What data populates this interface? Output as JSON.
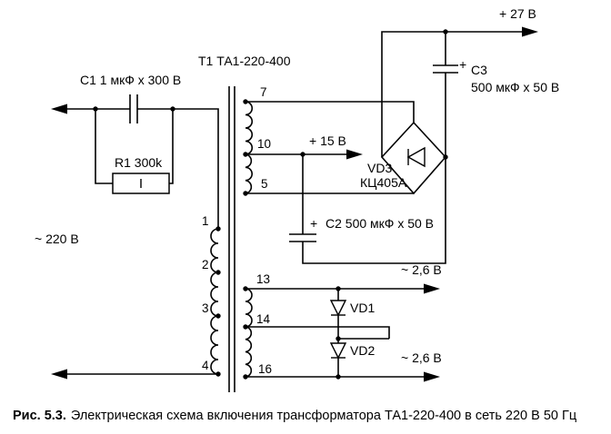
{
  "schematic": {
    "transformer": {
      "label": "Т1 ТА1-220-400"
    },
    "input": {
      "label": "~ 220 В"
    },
    "outputs": {
      "v27": "+ 27 В",
      "v15": "+ 15 В",
      "v26_top": "~ 2,6 В",
      "v26_bottom": "~ 2,6 В"
    },
    "components": {
      "c1": {
        "label": "C1 1 мкФ x 300 В"
      },
      "r1": {
        "label": "R1 300k"
      },
      "c2": {
        "plus": "+",
        "label": "C2  500 мкФ x 50 В"
      },
      "c3": {
        "plus": "+",
        "name": "C3",
        "value": "500 мкФ x 50 В"
      },
      "vd1": {
        "name": "VD1"
      },
      "vd2": {
        "name": "VD2"
      },
      "vd3": {
        "name": "VD3",
        "type": "КЦ405А"
      }
    },
    "pins": {
      "primary": {
        "p1": "1",
        "p2": "2",
        "p3": "3",
        "p4": "4"
      },
      "secondary_main": {
        "p7": "7",
        "p10": "10",
        "p5": "5"
      },
      "secondary_aux": {
        "p13": "13",
        "p14": "14",
        "p16": "16"
      }
    }
  },
  "caption": {
    "prefix": "Рис. 5.3.",
    "text": "Электрическая схема включения трансформатора ТА1-220-400 в сеть 220 В 50 Гц"
  }
}
